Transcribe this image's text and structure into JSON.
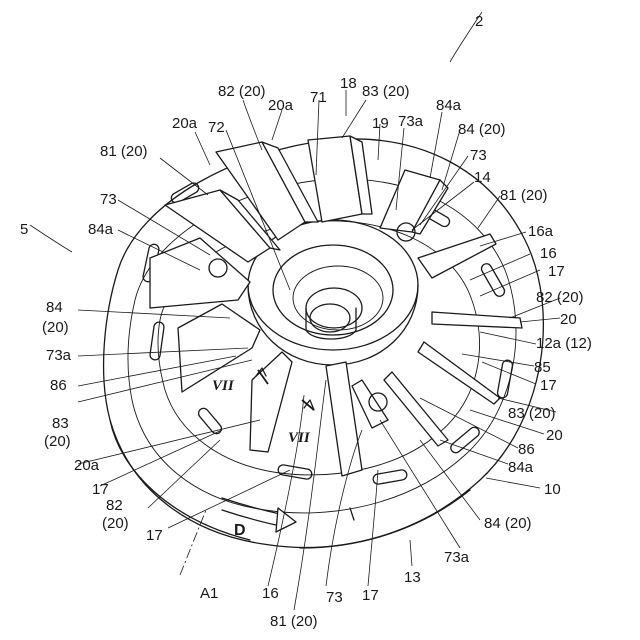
{
  "labels": {
    "l_2": "2",
    "l_18": "18",
    "l_82_20_top": "82 (20)",
    "l_20a_top": "20a",
    "l_71": "71",
    "l_83_20_top": "83 (20)",
    "l_19": "19",
    "l_73a_top": "73a",
    "l_84a_top": "84a",
    "l_84_20_topright": "84 (20)",
    "l_20a_left": "20a",
    "l_72": "72",
    "l_73_topright": "73",
    "l_81_20_left": "81 (20)",
    "l_14": "14",
    "l_81_20_right": "81 (20)",
    "l_73_left": "73",
    "l_5": "5",
    "l_16a": "16a",
    "l_84a_left": "84a",
    "l_16_right": "16",
    "l_17_right1": "17",
    "l_82_20_right": "82 (20)",
    "l_84_left": "84",
    "l_20_paren_left": "(20)",
    "l_20_right": "20",
    "l_12a": "12a (12)",
    "l_73a_left": "73a",
    "l_85": "85",
    "l_86_left": "86",
    "l_17_right2": "17",
    "l_vii_a": "VII",
    "l_83_left": "83",
    "l_83_20_right": "83 (20)",
    "l_20_paren_left2": "(20)",
    "l_vii_b": "VII",
    "l_20_right2": "20",
    "l_20a_bottomleft": "20a",
    "l_86_right": "86",
    "l_84a_right": "84a",
    "l_17_left": "17",
    "l_10": "10",
    "l_82_left": "82",
    "l_20_paren_left3": "(20)",
    "l_84_20_bottom": "84 (20)",
    "l_17_bottomleft": "17",
    "l_d": "D",
    "l_73a_bottom": "73a",
    "l_13": "13",
    "l_a1": "A1",
    "l_16_bottom": "16",
    "l_73_bottom": "73",
    "l_17_bottom": "17",
    "l_81_20_bottom": "81 (20)"
  }
}
